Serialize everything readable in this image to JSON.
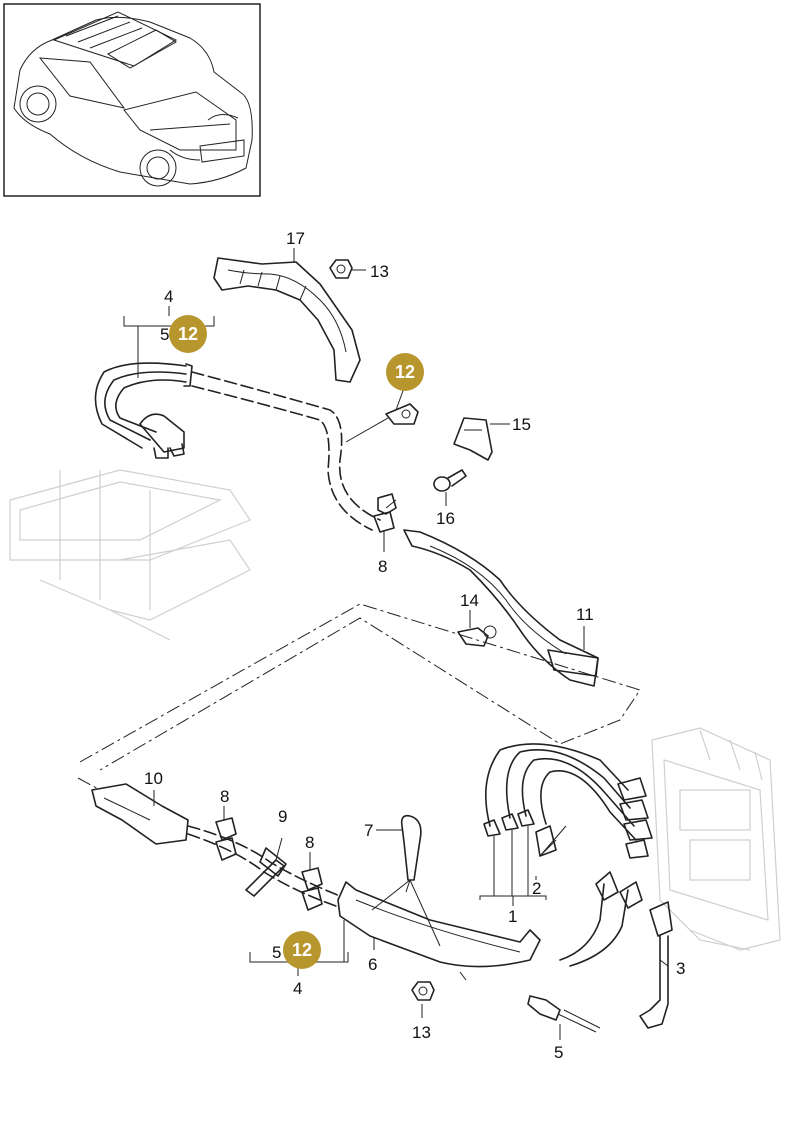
{
  "diagram": {
    "accent_color": "#b8962e",
    "callouts": {
      "c17": "17",
      "c13_top": "13",
      "c4_top": "4",
      "c5_top": "5",
      "c15": "15",
      "c16": "16",
      "c8_top": "8",
      "c14": "14",
      "c11": "11",
      "c10": "10",
      "c8_left": "8",
      "c9": "9",
      "c8_mid": "8",
      "c7": "7",
      "c2": "2",
      "c1": "1",
      "c3": "3",
      "c5_bottom_left": "5",
      "c6": "6",
      "c4_bottom": "4",
      "c13_bottom": "13",
      "c5_bottom": "5"
    },
    "badges": {
      "b1": "12",
      "b2": "12",
      "b3": "12"
    }
  }
}
